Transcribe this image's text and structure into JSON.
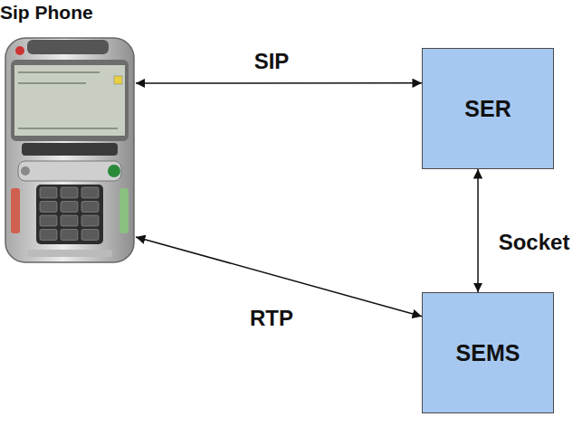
{
  "diagram": {
    "nodes": [
      {
        "text": [
          "Sip Phone"
        ]
      },
      {
        "text": [
          "SER"
        ]
      },
      {
        "text": [
          "SEMS"
        ]
      }
    ],
    "edges": [
      {
        "from": 0,
        "to": 1,
        "label": "SIP",
        "arrow": "both"
      },
      {
        "from": 1,
        "to": 2,
        "label": "Socket",
        "arrow": "both"
      },
      {
        "from": 0,
        "to": 2,
        "label": "RTP",
        "arrow": "both"
      }
    ]
  }
}
